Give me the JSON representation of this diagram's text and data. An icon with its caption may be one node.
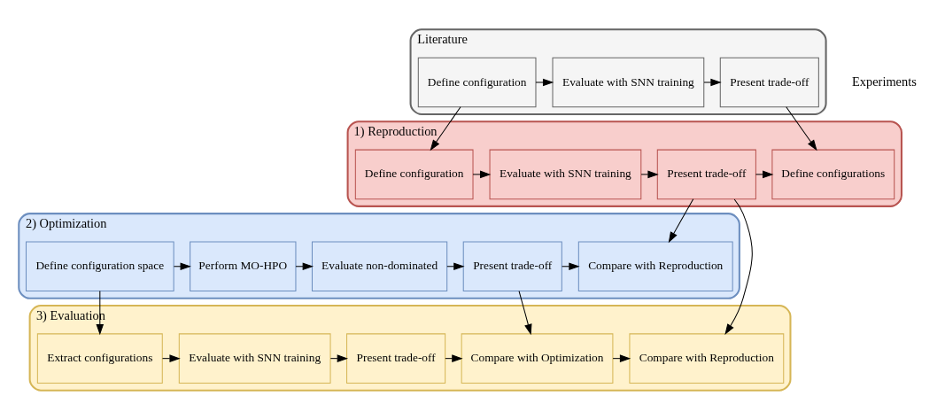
{
  "diagram": {
    "nodes": [
      {
        "text": [
          "Literature"
        ]
      },
      {
        "text": [
          "Define configuration"
        ],
        "in": 0
      },
      {
        "text": [
          "Evaluate with SNN training"
        ],
        "in": 0
      },
      {
        "text": [
          "Present trade-off"
        ],
        "in": 0
      },
      {
        "text": [
          "1) Reproduction"
        ]
      },
      {
        "text": [
          "Define configuration"
        ],
        "in": 4
      },
      {
        "text": [
          "Evaluate with SNN training"
        ],
        "in": 4
      },
      {
        "text": [
          "Present trade-off"
        ],
        "in": 4
      },
      {
        "text": [
          "Define configurations"
        ],
        "in": 4
      },
      {
        "text": [
          "2) Optimization"
        ]
      },
      {
        "text": [
          "Define configuration space"
        ],
        "in": 9
      },
      {
        "text": [
          "Perform MO-HPO"
        ],
        "in": 9
      },
      {
        "text": [
          "Evaluate non-dominated"
        ],
        "in": 9
      },
      {
        "text": [
          "Present trade-off"
        ],
        "in": 9
      },
      {
        "text": [
          "Compare with Reproduction"
        ],
        "in": 9
      },
      {
        "text": [
          "3) Evaluation"
        ]
      },
      {
        "text": [
          "Extract configurations"
        ],
        "in": 15
      },
      {
        "text": [
          "Evaluate with SNN training"
        ],
        "in": 15
      },
      {
        "text": [
          "Present trade-off"
        ],
        "in": 15
      },
      {
        "text": [
          "Compare with Optimization"
        ],
        "in": 15
      },
      {
        "text": [
          "Compare with Reproduction"
        ],
        "in": 15
      }
    ],
    "edges": [
      {
        "from": 1,
        "to": 2,
        "arrow": "to"
      },
      {
        "from": 2,
        "to": 3,
        "arrow": "to"
      },
      {
        "from": 1,
        "to": 5,
        "arrow": "to"
      },
      {
        "from": 3,
        "to": 8,
        "arrow": "to"
      },
      {
        "from": 5,
        "to": 6,
        "arrow": "to"
      },
      {
        "from": 6,
        "to": 7,
        "arrow": "to"
      },
      {
        "from": 7,
        "to": 8,
        "arrow": "to"
      },
      {
        "from": 7,
        "to": 14,
        "arrow": "to"
      },
      {
        "from": 7,
        "to": 20,
        "arrow": "to"
      },
      {
        "from": 10,
        "to": 11,
        "arrow": "to"
      },
      {
        "from": 11,
        "to": 12,
        "arrow": "to"
      },
      {
        "from": 12,
        "to": 13,
        "arrow": "to"
      },
      {
        "from": 13,
        "to": 14,
        "arrow": "to"
      },
      {
        "from": 10,
        "to": 16,
        "arrow": "to"
      },
      {
        "from": 13,
        "to": 19,
        "arrow": "to"
      },
      {
        "from": 16,
        "to": 17,
        "arrow": "to"
      },
      {
        "from": 17,
        "to": 18,
        "arrow": "to"
      },
      {
        "from": 18,
        "to": 19,
        "arrow": "to"
      },
      {
        "from": 19,
        "to": 20,
        "arrow": "to"
      }
    ],
    "labels": [
      "Experiments"
    ]
  }
}
